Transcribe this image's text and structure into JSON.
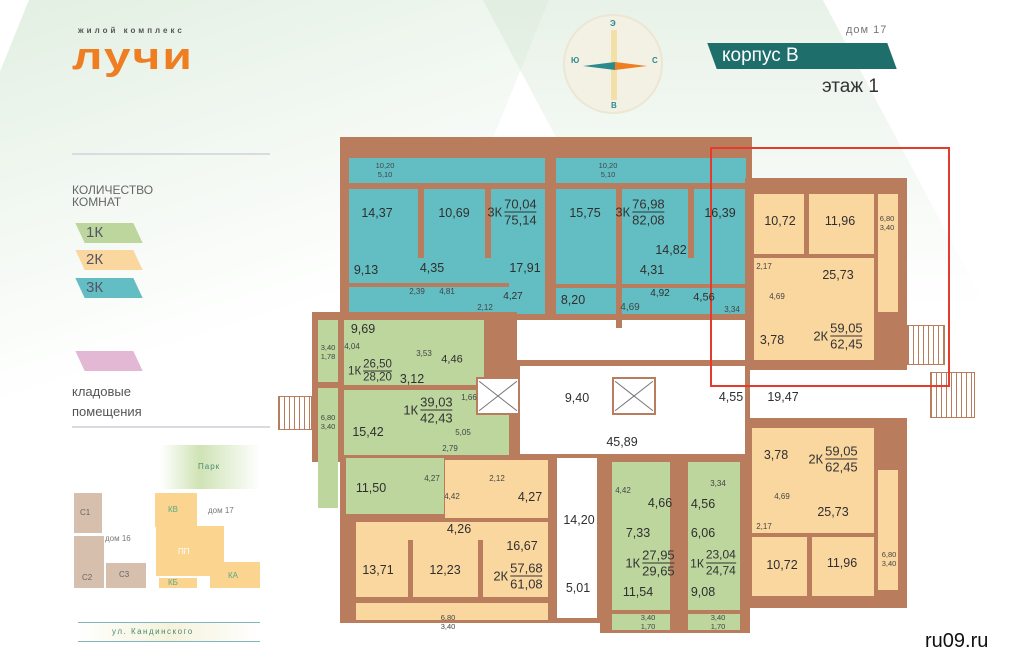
{
  "brand": {
    "subtitle": "жилой комплекс",
    "name": "лучи",
    "color": "#ef7d22"
  },
  "header": {
    "house": "дом 17",
    "block": "корпус В",
    "floor": "этаж 1"
  },
  "compass": {
    "n": "Э",
    "e": "С",
    "s": "В",
    "w": "Ю"
  },
  "legend": {
    "title": "КОЛИЧЕСТВО КОМНАТ",
    "items": [
      {
        "label": "1К",
        "color": "#bcd69e"
      },
      {
        "label": "2К",
        "color": "#fbd7a0"
      },
      {
        "label": "3К",
        "color": "#63bec3"
      }
    ],
    "storage_label": "кладовые помещения",
    "storage_color": "#e2b8d4"
  },
  "site_map": {
    "park": "Парк",
    "house16": "дом 16",
    "house17": "дом 17",
    "blocks": [
      "С1",
      "С2",
      "С3",
      "КВ",
      "ПП",
      "КБ",
      "КА"
    ],
    "street": "ул. Кандинского"
  },
  "plan": {
    "apartments": [
      {
        "type": "3К",
        "living": "70,04",
        "total": "75,14"
      },
      {
        "type": "3К",
        "living": "76,98",
        "total": "82,08"
      },
      {
        "type": "1К",
        "living": "26,50",
        "total": "28,20"
      },
      {
        "type": "1К",
        "living": "39,03",
        "total": "42,43"
      },
      {
        "type": "2К",
        "living": "57,68",
        "total": "61,08"
      },
      {
        "type": "1К",
        "living": "27,95",
        "total": "29,65"
      },
      {
        "type": "1К",
        "living": "23,04",
        "total": "24,74"
      },
      {
        "type": "2К",
        "living": "59,05",
        "total": "62,45"
      },
      {
        "type": "2К",
        "living": "59,05",
        "total": "62,45"
      }
    ],
    "rooms": [
      "14,37",
      "10,69",
      "15,75",
      "16,39",
      "14,82",
      "9,13",
      "4,35",
      "17,91",
      "4,31",
      "4,27",
      "8,20",
      "4,92",
      "4,56",
      "9,69",
      "4,46",
      "3,12",
      "15,42",
      "11,50",
      "4,27",
      "4,26",
      "16,67",
      "13,71",
      "12,23",
      "9,40",
      "45,89",
      "14,20",
      "5,01",
      "4,66",
      "4,56",
      "7,33",
      "6,06",
      "11,54",
      "9,08",
      "4,55",
      "19,47",
      "3,78",
      "25,73",
      "10,72",
      "11,96",
      "10,72",
      "11,96",
      "25,73",
      "3,78"
    ],
    "small_rooms": [
      "2,39",
      "4,81",
      "2,12",
      "4,69",
      "3,34",
      "4,04",
      "3,53",
      "1,66",
      "5,05",
      "2,79",
      "4,27",
      "4,42",
      "2,12",
      "4,42",
      "3,34",
      "4,69",
      "2,17",
      "2,17",
      "4,69"
    ],
    "balconies": [
      {
        "a": "10,20",
        "b": "5,10"
      },
      {
        "a": "10,20",
        "b": "5,10"
      },
      {
        "a": "3,40",
        "b": "1,78"
      },
      {
        "a": "6,80",
        "b": "3,40"
      },
      {
        "a": "6,80",
        "b": "3,40"
      },
      {
        "a": "3,40",
        "b": "1,70"
      },
      {
        "a": "3,40",
        "b": "1,70"
      },
      {
        "a": "6,80",
        "b": "3,40"
      },
      {
        "a": "6,80",
        "b": "3,40"
      }
    ],
    "highlight_color": "#e53b2c"
  },
  "watermark": "ru09.ru"
}
